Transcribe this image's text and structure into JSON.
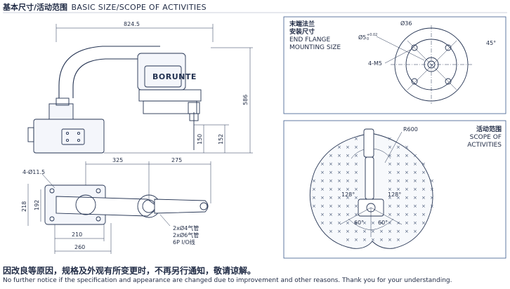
{
  "header": {
    "title_cn": "基本尺寸/活动范围",
    "title_en": "BASIC SIZE/SCOPE OF ACTIVITIES"
  },
  "side_view": {
    "brand": "BORUNTE",
    "dim_width": "824.5",
    "dim_height": "586",
    "dim_150": "150",
    "dim_152": "152"
  },
  "top_view": {
    "hole_label": "4-Ø11.5",
    "dim_325": "325",
    "dim_275": "275",
    "dim_218": "218",
    "dim_192": "192",
    "dim_210": "210",
    "dim_260": "260",
    "note_1": "2xØ4气管",
    "note_2": "2xØ6气管",
    "note_3": "6P I/O线"
  },
  "flange": {
    "title_cn_1": "末端法兰",
    "title_cn_2": "安装尺寸",
    "title_en_1": "END FLANGE",
    "title_en_2": "MOUNTING SIZE",
    "dim_36": "Ø36",
    "dim_5_prefix": "Ø5",
    "dim_5_tol": "+0.02",
    "dim_5_tol_low": "0",
    "thread": "4-M5",
    "angle": "45°"
  },
  "scope": {
    "title_cn": "活动范围",
    "title_en_1": "SCOPE OF",
    "title_en_2": "ACTIVITIES",
    "radius": "R600",
    "angle_left": "128°",
    "angle_right": "128°",
    "angle_bottom_left": "60°",
    "angle_bottom_right": "60°"
  },
  "footer": {
    "note_cn": "因改良等原因，规格及外观有所变更时，不再另行通知，敬请谅解。",
    "note_en": "No further notice if the specification and appearance are changed due to improvement and other reasons. Thank you for your understanding."
  }
}
